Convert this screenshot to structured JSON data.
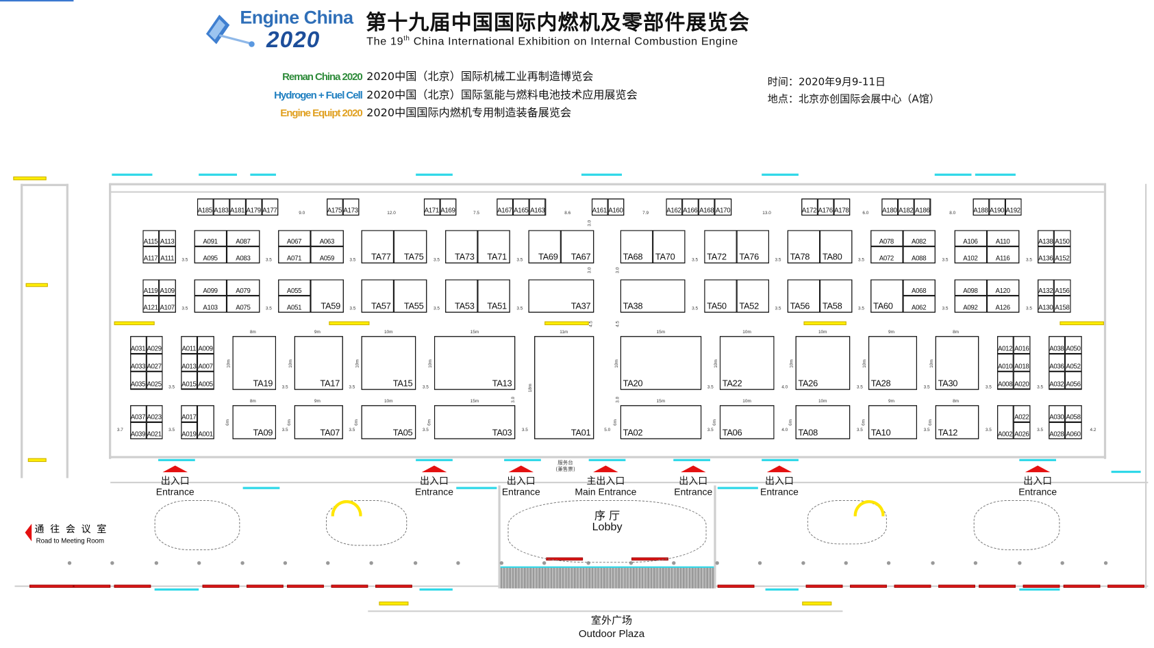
{
  "header": {
    "logo_line1": "Engine China",
    "logo_line2": "2020",
    "title_cn": "第十九届中国国际内燃机及零部件展览会",
    "title_en_pre": "The 19",
    "title_en_sup": "th",
    "title_en_post": " China International Exhibition on Internal Combustion Engine"
  },
  "sub_exhibitions": [
    {
      "brand": "Reman China 2020",
      "name": "2020中国（北京）国际机械工业再制造博览会",
      "color": "#2e8b3a"
    },
    {
      "brand": "Hydrogen + Fuel Cell",
      "name": "2020中国（北京）国际氢能与燃料电池技术应用展览会",
      "color": "#1f7fc0"
    },
    {
      "brand": "Engine Equipt 2020",
      "name": "2020中国国际内燃机专用制造装备展览会",
      "color": "#e0a020"
    }
  ],
  "event_info": {
    "time": "时间：2020年9月9-11日",
    "place": "地点：北京亦创国际会展中心（A馆）"
  },
  "floor": {
    "booth_blocks": [
      {
        "labels": [
          "A185",
          "A183",
          "A181",
          "A179",
          "A177"
        ]
      },
      {
        "labels": [
          "A175",
          "A173"
        ]
      },
      {
        "labels": [
          "A171",
          "A169"
        ]
      },
      {
        "labels": [
          "A167",
          "A165",
          "A163"
        ]
      },
      {
        "labels": [
          "A161",
          "A160"
        ]
      },
      {
        "labels": [
          "A162",
          "A166",
          "A168",
          "A170"
        ]
      },
      {
        "labels": [
          "A172",
          "A176",
          "A178"
        ]
      },
      {
        "labels": [
          "A180",
          "A182",
          "A186"
        ]
      },
      {
        "labels": [
          "A188",
          "A190",
          "A192"
        ]
      },
      {
        "labels": [
          "A115",
          "A113",
          "A117",
          "A111"
        ]
      },
      {
        "labels": [
          "A091",
          "A087",
          "A095",
          "A083"
        ]
      },
      {
        "labels": [
          "A067",
          "A063",
          "A071",
          "A059"
        ]
      },
      {
        "labels": [
          "TA77",
          "TA75"
        ]
      },
      {
        "labels": [
          "TA73",
          "TA71"
        ]
      },
      {
        "labels": [
          "TA69",
          "TA67"
        ]
      },
      {
        "labels": [
          "TA68",
          "TA70"
        ]
      },
      {
        "labels": [
          "TA72",
          "TA76"
        ]
      },
      {
        "labels": [
          "TA78",
          "TA80"
        ]
      },
      {
        "labels": [
          "A078",
          "A082",
          "A072",
          "A088"
        ]
      },
      {
        "labels": [
          "A106",
          "A110",
          "A102",
          "A116"
        ]
      },
      {
        "labels": [
          "A138",
          "A150",
          "A136",
          "A152"
        ]
      },
      {
        "labels": [
          "A119",
          "A109",
          "A121",
          "A107"
        ]
      },
      {
        "labels": [
          "A099",
          "A079",
          "A103",
          "A075"
        ]
      },
      {
        "labels": [
          "A055",
          "A051",
          "TA59"
        ]
      },
      {
        "labels": [
          "TA57",
          "TA55"
        ]
      },
      {
        "labels": [
          "TA53",
          "TA51"
        ]
      },
      {
        "labels": [
          "TA37"
        ]
      },
      {
        "labels": [
          "TA38"
        ]
      },
      {
        "labels": [
          "TA50",
          "TA52"
        ]
      },
      {
        "labels": [
          "TA56",
          "TA58"
        ]
      },
      {
        "labels": [
          "TA60",
          "A068",
          "A062"
        ]
      },
      {
        "labels": [
          "A098",
          "A120",
          "A092",
          "A126"
        ]
      },
      {
        "labels": [
          "A132",
          "A156",
          "A130",
          "A158"
        ]
      },
      {
        "labels": [
          "A031",
          "A029",
          "A033",
          "A027",
          "A035",
          "A025"
        ]
      },
      {
        "labels": [
          "A011",
          "A009",
          "A013",
          "A007",
          "A015",
          "A005"
        ]
      },
      {
        "labels": [
          "TA19"
        ],
        "dims": [
          "8m",
          "10m"
        ]
      },
      {
        "labels": [
          "TA17"
        ],
        "dims": [
          "9m",
          "10m"
        ]
      },
      {
        "labels": [
          "TA15"
        ],
        "dims": [
          "10m",
          "10m"
        ]
      },
      {
        "labels": [
          "TA13"
        ],
        "dims": [
          "15m",
          "10m"
        ]
      },
      {
        "labels": [
          "TA01"
        ],
        "dims": [
          "11m",
          "18m"
        ]
      },
      {
        "labels": [
          "TA20"
        ],
        "dims": [
          "15m",
          "10m"
        ]
      },
      {
        "labels": [
          "TA22"
        ],
        "dims": [
          "10m",
          "10m"
        ]
      },
      {
        "labels": [
          "TA26"
        ],
        "dims": [
          "10m",
          "10m"
        ]
      },
      {
        "labels": [
          "TA28"
        ],
        "dims": [
          "9m",
          "10m"
        ]
      },
      {
        "labels": [
          "TA30"
        ],
        "dims": [
          "8m",
          "10m"
        ]
      },
      {
        "labels": [
          "A012",
          "A016",
          "A010",
          "A018",
          "A008",
          "A020"
        ]
      },
      {
        "labels": [
          "A038",
          "A050",
          "A036",
          "A052",
          "A032",
          "A056"
        ]
      },
      {
        "labels": [
          "A037",
          "A023",
          "A039",
          "A021"
        ]
      },
      {
        "labels": [
          "A017",
          "A001",
          "A019"
        ]
      },
      {
        "labels": [
          "TA09"
        ],
        "dims": [
          "8m",
          "6m"
        ]
      },
      {
        "labels": [
          "TA07"
        ],
        "dims": [
          "9m",
          "6m"
        ]
      },
      {
        "labels": [
          "TA05"
        ],
        "dims": [
          "10m",
          "6m"
        ]
      },
      {
        "labels": [
          "TA03"
        ],
        "dims": [
          "15m",
          "6m"
        ]
      },
      {
        "labels": [
          "TA02"
        ],
        "dims": [
          "15m",
          "6m"
        ]
      },
      {
        "labels": [
          "TA06"
        ],
        "dims": [
          "10m",
          "6m"
        ]
      },
      {
        "labels": [
          "TA08"
        ],
        "dims": [
          "10m",
          "6m"
        ]
      },
      {
        "labels": [
          "TA10"
        ],
        "dims": [
          "9m",
          "6m"
        ]
      },
      {
        "labels": [
          "TA12"
        ],
        "dims": [
          "8m",
          "6m"
        ]
      },
      {
        "labels": [
          "A002",
          "A022",
          "A026"
        ]
      },
      {
        "labels": [
          "A030",
          "A058",
          "A028",
          "A060"
        ]
      }
    ],
    "top_spacings": [
      "9.0",
      "12.0",
      "7.5",
      "8.6",
      "7.9",
      "13.0",
      "6.0",
      "8.0"
    ],
    "row2_spacings": [
      "3.5",
      "3.5",
      "3.5",
      "3.5",
      "3.5",
      "3.5",
      "3.5",
      "3.5",
      "3.5",
      "3.5"
    ],
    "row3_spacings": [
      "3.5",
      "3.5",
      "3.5",
      "3.5",
      "3.5",
      "3.5",
      "3.5",
      "3.5",
      "3.5",
      "3.5"
    ],
    "row4_spacings": [
      "3.5",
      "3.5",
      "3.5",
      "3.5",
      "3.5",
      "4.0",
      "3.5",
      "3.5",
      "3.5",
      "3.5"
    ],
    "row5_spacings": [
      "3.7",
      "3.5",
      "3.5",
      "3.5",
      "3.5",
      "3.5",
      "5.0",
      "3.5",
      "4.0",
      "3.5",
      "3.5",
      "3.5",
      "3.5",
      "4.2"
    ],
    "vertical_spacings": [
      "3.0",
      "3.0",
      "3.0",
      "4.5",
      "4.5",
      "3.0",
      "3.0"
    ],
    "entrances": [
      {
        "cn": "出入口",
        "en": "Entrance"
      },
      {
        "cn": "出入口",
        "en": "Entrance"
      },
      {
        "cn": "出入口",
        "en": "Entrance"
      },
      {
        "cn": "主出入口",
        "en": "Main Entrance"
      },
      {
        "cn": "出入口",
        "en": "Entrance"
      },
      {
        "cn": "出入口",
        "en": "Entrance"
      },
      {
        "cn": "出入口",
        "en": "Entrance"
      }
    ],
    "service_desk": "服务台",
    "service_desk_note": "(兼售票)",
    "lobby": {
      "cn": "序 厅",
      "en": "Lobby"
    },
    "meeting_room": {
      "cn": "通 往 会 议 室",
      "en": "Road to Meeting Room"
    },
    "outdoor_plaza": {
      "cn": "室外广场",
      "en": "Outdoor Plaza"
    }
  },
  "colors": {
    "wall": "#cfcfcf",
    "door": "#2fd8e8",
    "entrance_arrow": "#e41010",
    "stairs": "#ffee00"
  }
}
